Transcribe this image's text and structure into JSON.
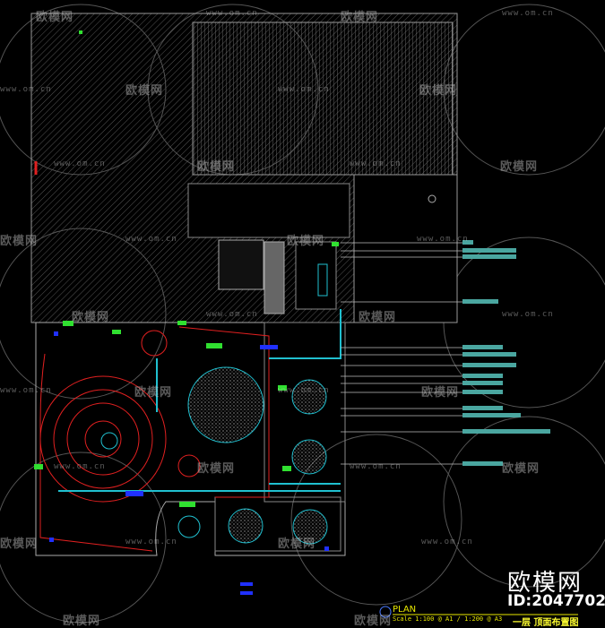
{
  "drawing": {
    "plan_label": "PLAN",
    "scale_text": "Scale 1:100 @ A1 / 1:200 @ A3",
    "title_cn": "一层 顶面布置图"
  },
  "watermark": {
    "brand": "欧模网",
    "url": "www.om.cn",
    "id": "ID:2047702"
  },
  "colors": {
    "background": "#000000",
    "walls": "#9a9a9a",
    "hatch": "#5a5a5a",
    "ceiling_lines": "#e02020",
    "ducts": "#20c0d0",
    "fixtures": "#30e030",
    "lights": "#2020ff",
    "title": "#e8e800"
  }
}
